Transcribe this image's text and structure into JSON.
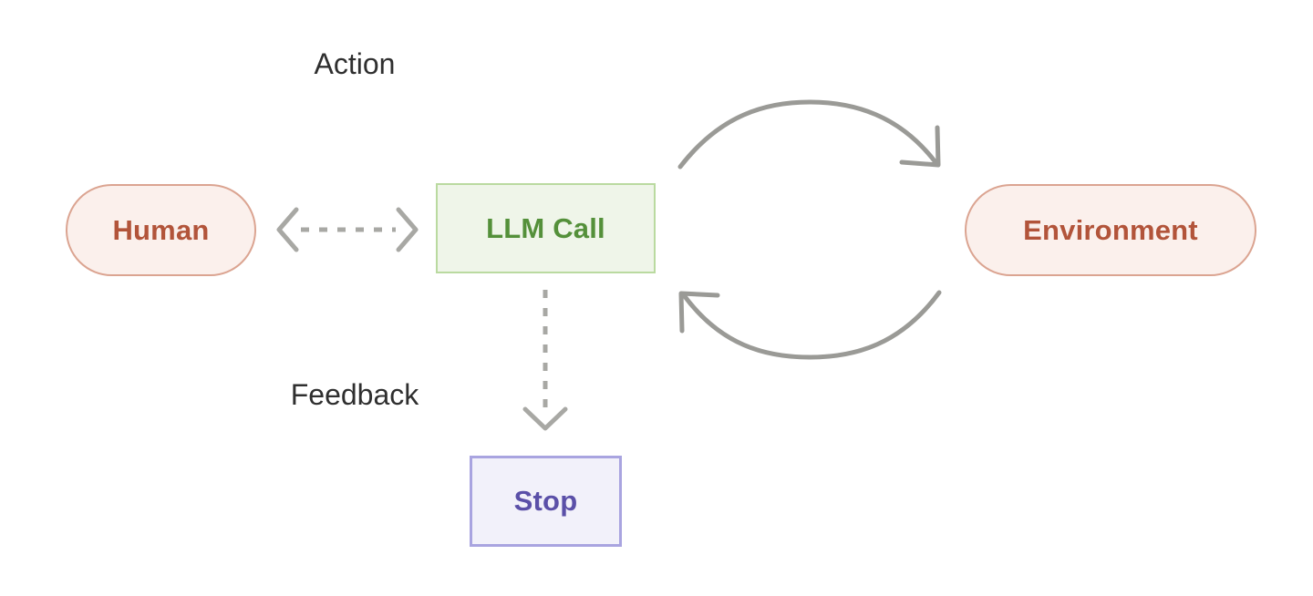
{
  "diagram": {
    "title": "",
    "background_color": "#ffffff",
    "nodes": [
      {
        "id": "human",
        "label": "Human",
        "shape": "pill",
        "fill": "#fbf0ec",
        "stroke": "#dba491",
        "text_color": "#b2543a"
      },
      {
        "id": "llm_call",
        "label": "LLM Call",
        "shape": "rectangle",
        "fill": "#eff5e9",
        "stroke": "#badaa0",
        "text_color": "#54903a"
      },
      {
        "id": "environment",
        "label": "Environment",
        "shape": "pill",
        "fill": "#fbf0ec",
        "stroke": "#dba491",
        "text_color": "#b2543a"
      },
      {
        "id": "stop",
        "label": "Stop",
        "shape": "rectangle",
        "fill": "#f2f1fa",
        "stroke": "#a9a4e0",
        "text_color": "#5b50a8"
      }
    ],
    "edges": [
      {
        "id": "human-llm",
        "from": "human",
        "to": "llm_call",
        "label": "",
        "style": "dashed",
        "direction": "bidirectional",
        "color": "#a8a8a4"
      },
      {
        "id": "llm-environment",
        "from": "llm_call",
        "to": "environment",
        "label": "Action",
        "style": "solid",
        "direction": "forward",
        "shape": "arc-up",
        "color": "#9a9a96"
      },
      {
        "id": "environment-llm",
        "from": "environment",
        "to": "llm_call",
        "label": "Feedback",
        "style": "solid",
        "direction": "forward",
        "shape": "arc-down",
        "color": "#9a9a96"
      },
      {
        "id": "llm-stop",
        "from": "llm_call",
        "to": "stop",
        "label": "",
        "style": "dashed",
        "direction": "forward",
        "color": "#a8a8a4"
      }
    ],
    "labels": {
      "action": "Action",
      "feedback": "Feedback",
      "label_color": "#2f2f2f"
    }
  }
}
